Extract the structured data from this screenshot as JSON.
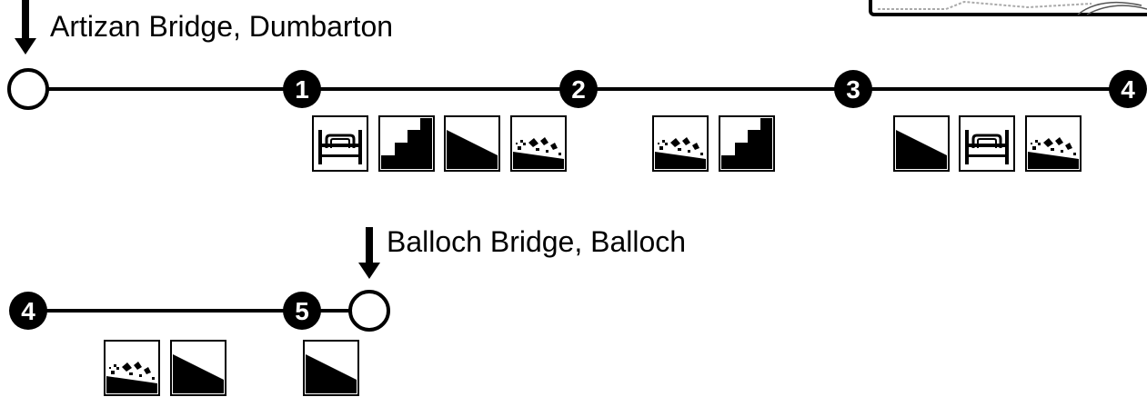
{
  "route": {
    "start": {
      "label": "Artizan Bridge, Dumbarton"
    },
    "end": {
      "label": "Balloch Bridge, Balloch"
    },
    "waypoints": [
      "1",
      "2",
      "3",
      "4",
      "4",
      "5"
    ],
    "segment_icons": [
      {
        "segment": "1-2",
        "icons": [
          "cattle-grid-icon",
          "steps-icon",
          "slope-icon",
          "rough-ground-icon"
        ]
      },
      {
        "segment": "2-3",
        "icons": [
          "rough-ground-icon",
          "steps-icon"
        ]
      },
      {
        "segment": "3-4",
        "icons": [
          "slope-icon",
          "cattle-grid-icon",
          "rough-ground-icon"
        ]
      },
      {
        "segment": "4-5",
        "icons": [
          "rough-ground-icon",
          "slope-icon"
        ]
      },
      {
        "segment": "5-end",
        "icons": [
          "slope-icon"
        ]
      }
    ]
  },
  "colors": {
    "line": "#000000",
    "background": "#ffffff"
  }
}
